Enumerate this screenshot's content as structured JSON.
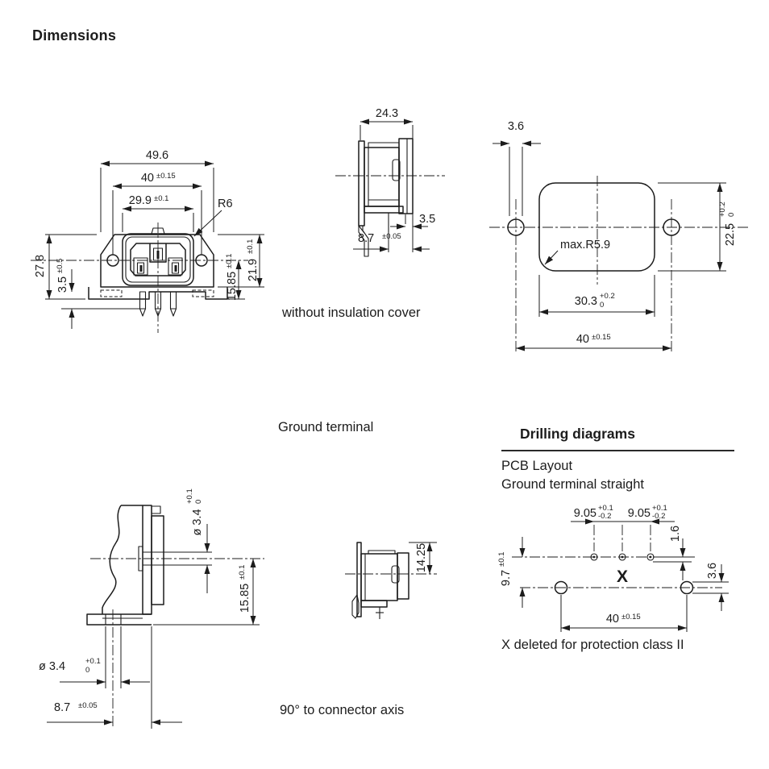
{
  "page": {
    "title": "Dimensions",
    "ink": "#1c1c1c",
    "background": "#ffffff"
  },
  "front_view": {
    "dim_overall_width": "49.6",
    "dim_hole_spacing": "40",
    "dim_hole_spacing_tol": "±0.15",
    "dim_face_width": "29.9",
    "dim_face_width_tol": "±0.1",
    "dim_corner_radius": "R6",
    "dim_total_height": "27.8",
    "dim_pin_protrusion": "3.5",
    "dim_pin_protrusion_tol": "±0.5",
    "dim_center_to_base": "15.85",
    "dim_center_to_base_tol": "±0.1",
    "dim_flange_height": "21.9",
    "dim_flange_height_tol": "±0.1"
  },
  "side_view": {
    "caption": "without insulation cover",
    "dim_depth": "24.3",
    "dim_rear_thickness": "3.5",
    "dim_pin_to_face": "8.7",
    "dim_pin_to_face_tol": "±0.05"
  },
  "panel_cutout": {
    "dim_hole_dia": "3.6",
    "dim_height": "22.5",
    "dim_height_tol_up": "+0.2",
    "dim_height_tol_dn": "0",
    "dim_corner_radius": "max.R5.9",
    "dim_width": "30.3",
    "dim_width_tol_up": "+0.2",
    "dim_width_tol_dn": "0",
    "dim_hole_spacing": "40",
    "dim_hole_spacing_tol": "±0.15"
  },
  "ground_view": {
    "caption": "Ground terminal",
    "dim_hole_dia_side": "ø 3.4",
    "dim_hole_dia_side_tol_up": "+0.1",
    "dim_hole_dia_side_tol_dn": "0",
    "dim_center_to_base": "15.85",
    "dim_center_to_base_tol": "±0.1",
    "dim_hole_dia_bottom": "ø 3.4",
    "dim_hole_dia_bottom_tol_up": "+0.1",
    "dim_hole_dia_bottom_tol_dn": "0",
    "dim_hole_to_face": "8.7",
    "dim_hole_to_face_tol": "±0.05"
  },
  "angle_view": {
    "caption": "90° to connector axis",
    "dim_top_to_center": "14.25"
  },
  "drilling": {
    "title": "Drilling diagrams",
    "subtitle1": "PCB Layout",
    "subtitle2": "Ground terminal straight",
    "note": "X deleted for protection class II",
    "x_mark": "X",
    "dim_pitch_left": "9.05",
    "dim_pitch_left_tol_up": "+0.1",
    "dim_pitch_left_tol_dn": "-0.2",
    "dim_pitch_right": "9.05",
    "dim_pitch_right_tol_up": "+0.1",
    "dim_pitch_right_tol_dn": "-0.2",
    "dim_pin_offset": "1.6",
    "dim_hole_dia": "3.6",
    "dim_row_spacing": "9.7",
    "dim_row_spacing_tol": "±0.1",
    "dim_hole_spacing": "40",
    "dim_hole_spacing_tol": "±0.15"
  }
}
